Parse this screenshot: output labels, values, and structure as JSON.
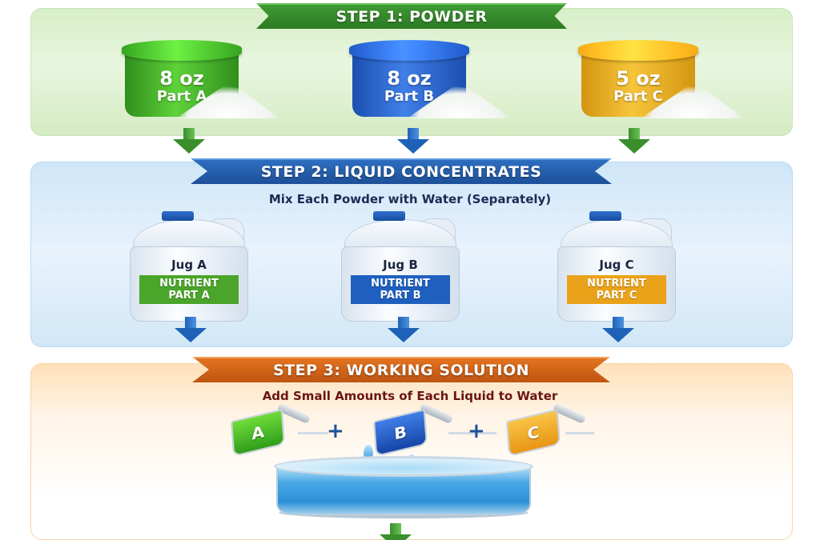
{
  "step1": {
    "title": "STEP 1:  POWDER",
    "color": "#2f8a27",
    "tubs": [
      {
        "amount": "8 oz",
        "label": "Part A",
        "color": "#3fae25"
      },
      {
        "amount": "8 oz",
        "label": "Part B",
        "color": "#2a63d0"
      },
      {
        "amount": "5 oz",
        "label": "Part C",
        "color": "#eab21e"
      }
    ]
  },
  "step2": {
    "title": "STEP 2:  LIQUID CONCENTRATES",
    "subtitle": "Mix Each Powder with Water (Separately)",
    "color": "#1f5aa8",
    "jugs": [
      {
        "name": "Jug A",
        "line1": "NUTRIENT",
        "line2": "PART A",
        "color": "#4aa52a"
      },
      {
        "name": "Jug B",
        "line1": "NUTRIENT",
        "line2": "PART B",
        "color": "#1f5fbf"
      },
      {
        "name": "Jug C",
        "line1": "NUTRIENT",
        "line2": "PART C",
        "color": "#e9a21a"
      }
    ]
  },
  "step3": {
    "title": "STEP 3:  WORKING SOLUTION",
    "subtitle": "Add Small Amounts of Each Liquid to Water",
    "color": "#d0631a",
    "cups": [
      {
        "letter": "A",
        "color": "#4fc42a"
      },
      {
        "letter": "B",
        "color": "#1f5fbf"
      },
      {
        "letter": "C",
        "color": "#f2a91e"
      }
    ],
    "plus_symbol": "+",
    "basin": "water-basin"
  }
}
